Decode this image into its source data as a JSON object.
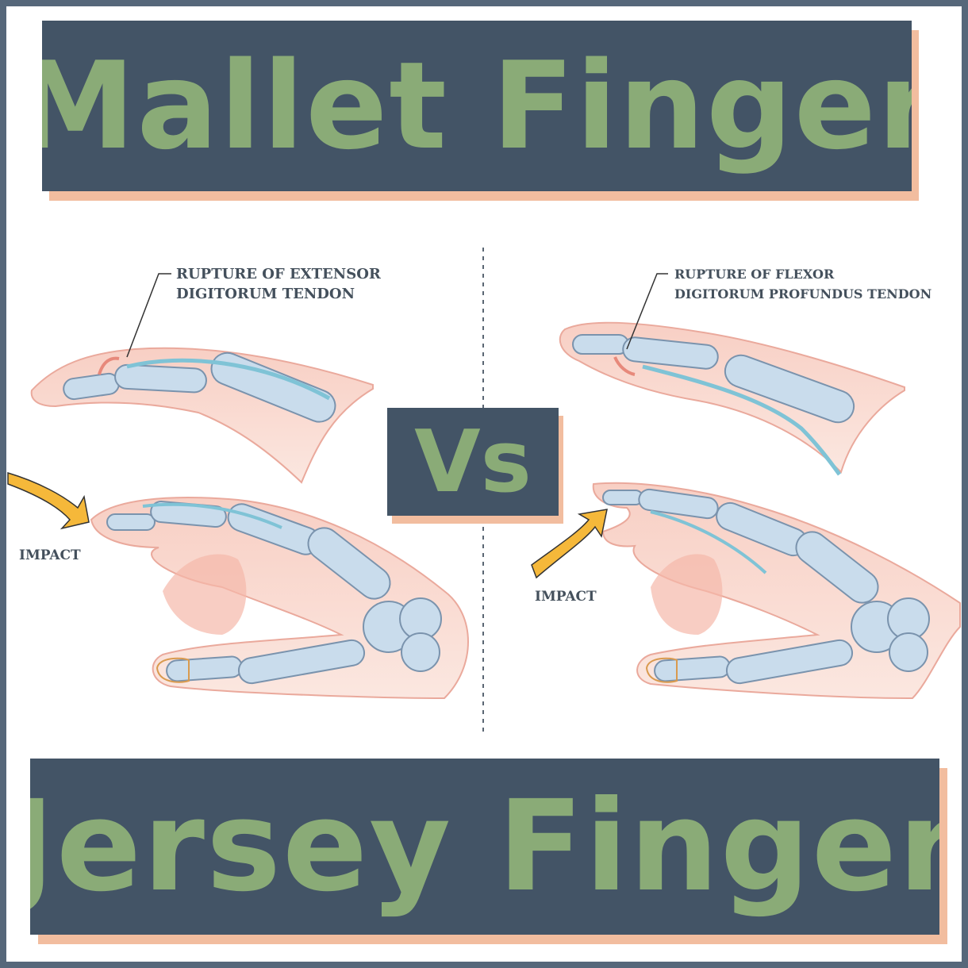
{
  "titles": {
    "top": "Mallet Finger",
    "middle": "Vs",
    "bottom": "Jersey Finger"
  },
  "left_panel": {
    "label_line1": "RUPTURE OF EXTENSOR",
    "label_line2": "DIGITORUM TENDON",
    "impact": "IMPACT"
  },
  "right_panel": {
    "label_line1": "RUPTURE OF FLEXOR",
    "label_line2": "DIGITORUM PROFUNDUS TENDON",
    "impact": "IMPACT"
  },
  "colors": {
    "banner": "#435466",
    "title_text": "#8aab77",
    "banner_shadow": "#f2bd9f",
    "border": "#56677a",
    "skin": "#f9d9cf",
    "bone": "#c9dcec",
    "tendon": "#7fc3d6",
    "arrow": "#f5b83a"
  }
}
